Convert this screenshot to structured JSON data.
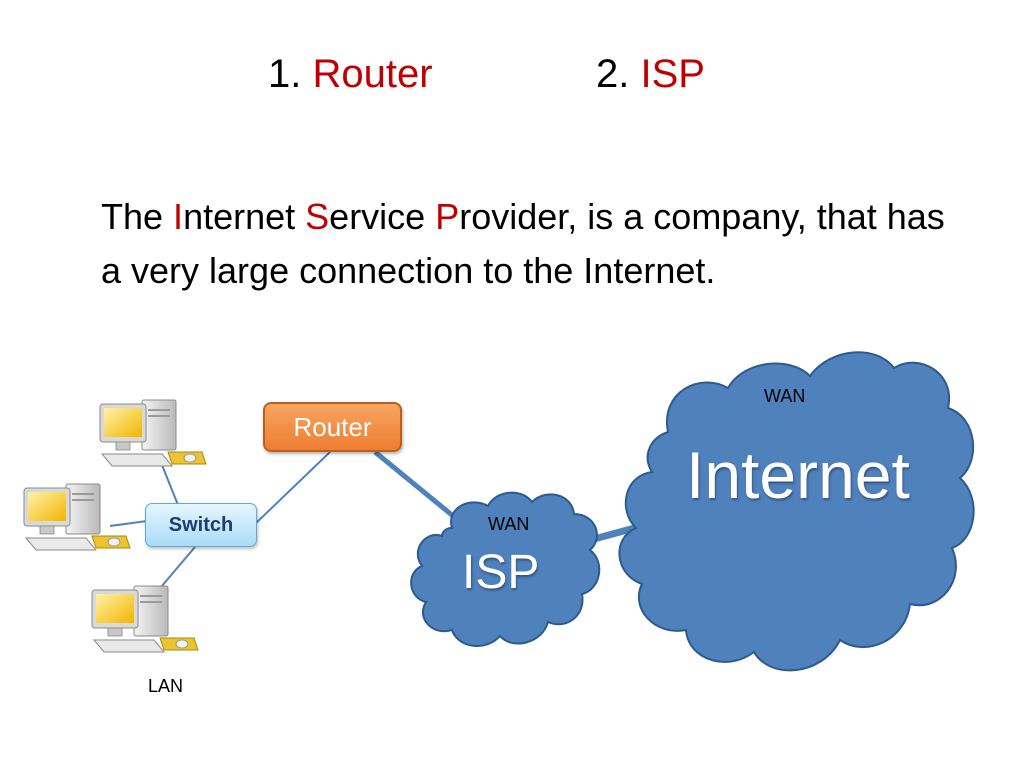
{
  "title": {
    "item1_number": "1.",
    "item1_label": "Router",
    "item2_number": "2.",
    "item2_label": "ISP"
  },
  "body": {
    "w1": "The ",
    "i_letter": "I",
    "w2": "nternet ",
    "s_letter": "S",
    "w3": "ervice ",
    "p_letter": "P",
    "w4": "rovider, is a company, that has a very large connection to the Internet."
  },
  "diagram": {
    "router_label": "Router",
    "switch_label": "Switch",
    "lan_label": "LAN",
    "isp_wan_label": "WAN",
    "isp_label": "ISP",
    "internet_wan_label": "WAN",
    "internet_label": "Internet"
  },
  "colors": {
    "accent": "#c00000",
    "cloud_fill": "#4f81bd",
    "cloud_stroke": "#2e5a8c",
    "router_fill": "#ed7d31",
    "switch_fill": "#bfe6fb",
    "link_color": "#4f81bd"
  }
}
